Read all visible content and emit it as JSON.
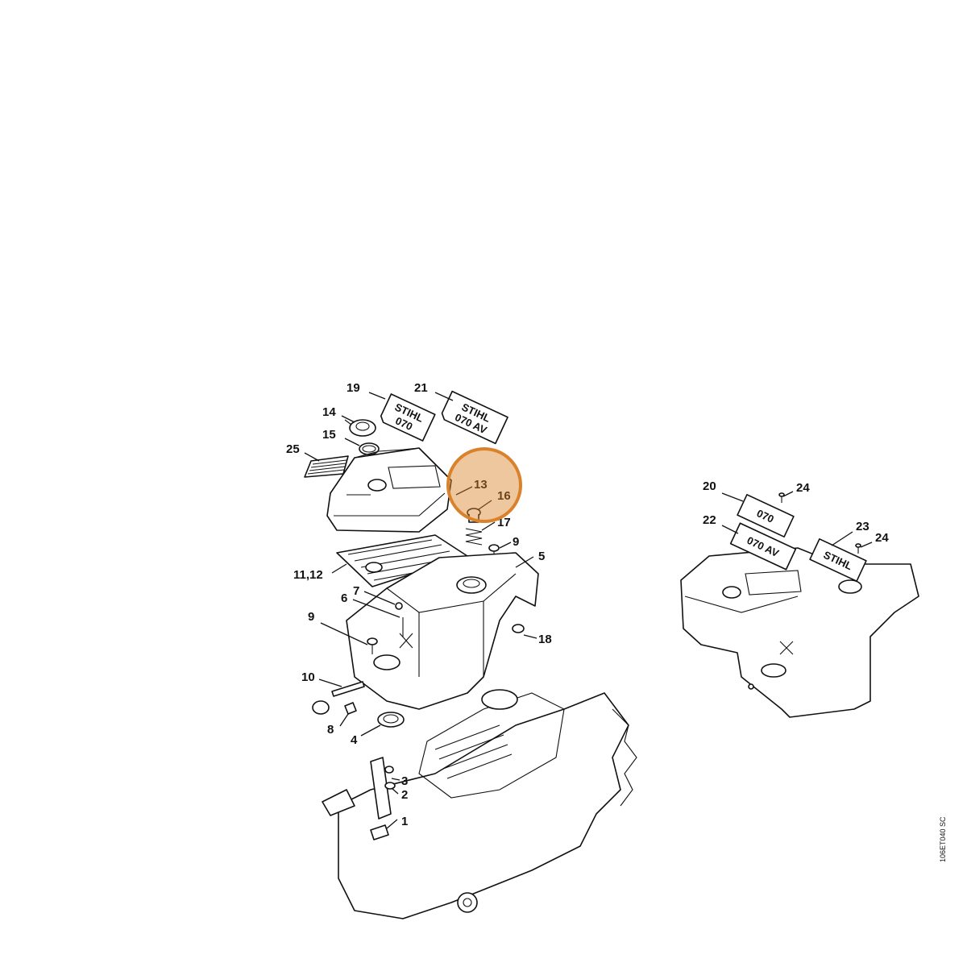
{
  "diagram": {
    "code": "106ET040 SC",
    "highlight_color": "#D9822B",
    "callouts": {
      "c19": "19",
      "c21": "21",
      "c14": "14",
      "c15": "15",
      "c25": "25",
      "c13": "13",
      "c16": "16",
      "c17": "17",
      "c9a": "9",
      "c5": "5",
      "c1112": "11,12",
      "c7": "7",
      "c6": "6",
      "c9b": "9",
      "c18": "18",
      "c10": "10",
      "c8": "8",
      "c4": "4",
      "c3": "3",
      "c2": "2",
      "c1": "1",
      "c20": "20",
      "c24a": "24",
      "c22": "22",
      "c23": "23",
      "c24b": "24"
    },
    "decals": {
      "d19_top": "STIHL",
      "d19_bot": "070",
      "d21_top": "STIHL",
      "d21_bot": "070 AV",
      "d20": "070",
      "d22": "070 AV",
      "d23": "STIHL"
    }
  }
}
